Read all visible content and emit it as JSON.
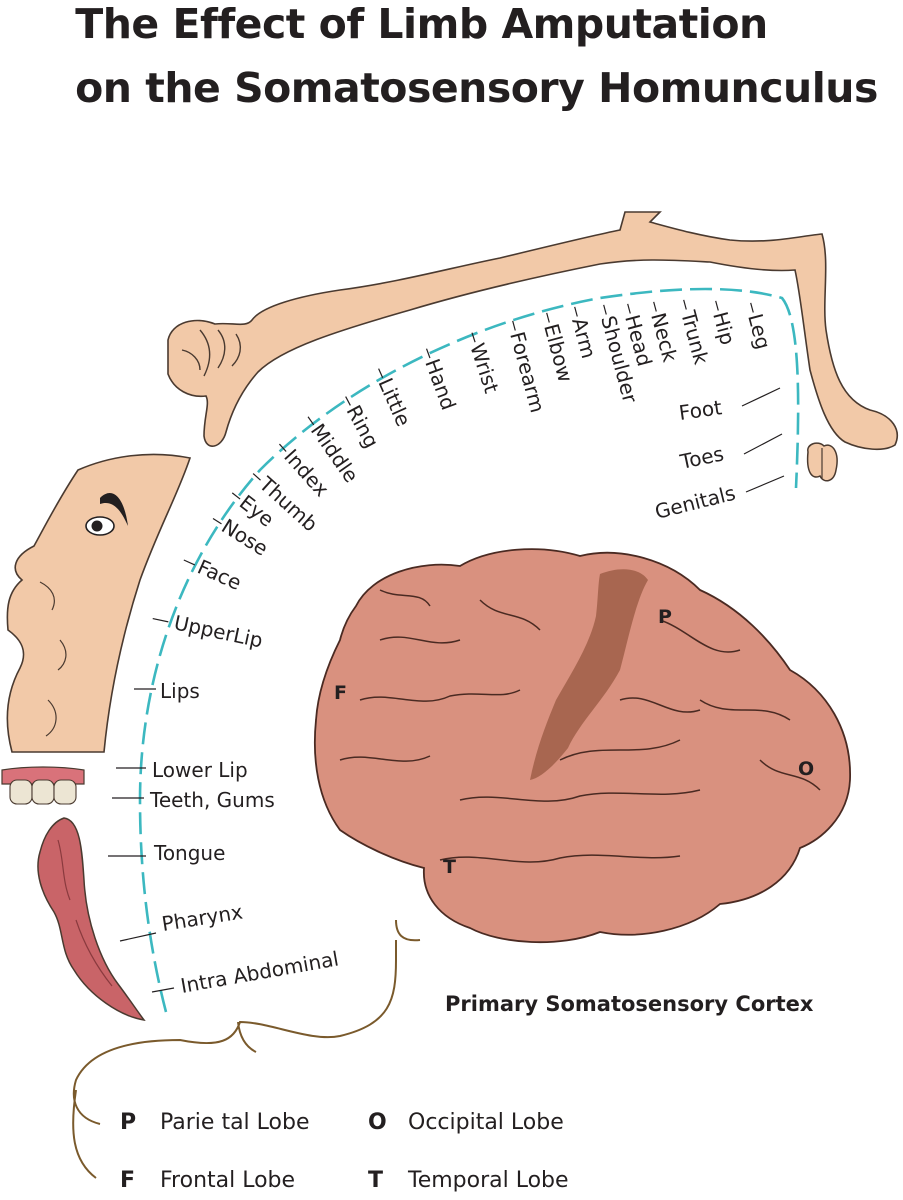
{
  "title": {
    "line1": "The Effect of Limb Amputation",
    "line2": "on the Somatosensory Homunculus"
  },
  "body_labels": {
    "leg": "Leg",
    "hip": "Hip",
    "trunk": "Trunk",
    "neck": "Neck",
    "head": "Head",
    "shoulder": "Shoulder",
    "arm": "Arm",
    "elbow": "Elbow",
    "forearm": "Forearm",
    "wrist": "Wrist",
    "hand": "Hand",
    "little": "Little",
    "ring": "Ring",
    "middle": "Middle",
    "index": "Index",
    "thumb": "Thumb",
    "eye": "Eye",
    "nose": "Nose",
    "face": "Face",
    "upper_lip": "UpperLip",
    "lips": "Lips",
    "foot": "Foot",
    "toes": "Toes",
    "genitals": "Genitals",
    "lower_lip": "Lower Lip",
    "teeth_gums": "Teeth, Gums",
    "tongue": "Tongue",
    "pharynx": "Pharynx",
    "intra_abdominal": "Intra Abdominal"
  },
  "brain_markers": {
    "p": "P",
    "f": "F",
    "o": "O",
    "t": "T"
  },
  "caption": "Primary Somatosensory Cortex",
  "legend": [
    {
      "key": "P",
      "label": "Parie tal Lobe"
    },
    {
      "key": "O",
      "label": "Occipital Lobe"
    },
    {
      "key": "F",
      "label": "Frontal Lobe"
    },
    {
      "key": "T",
      "label": "Temporal Lobe"
    }
  ],
  "colors": {
    "skin": "#f2c9a8",
    "cortex_line": "#3cb8c0",
    "brain": "#d9917f",
    "brain_dark": "#a86650",
    "tongue": "#c96468",
    "gum": "#d9727a",
    "nerve": "#7a5a2c"
  }
}
